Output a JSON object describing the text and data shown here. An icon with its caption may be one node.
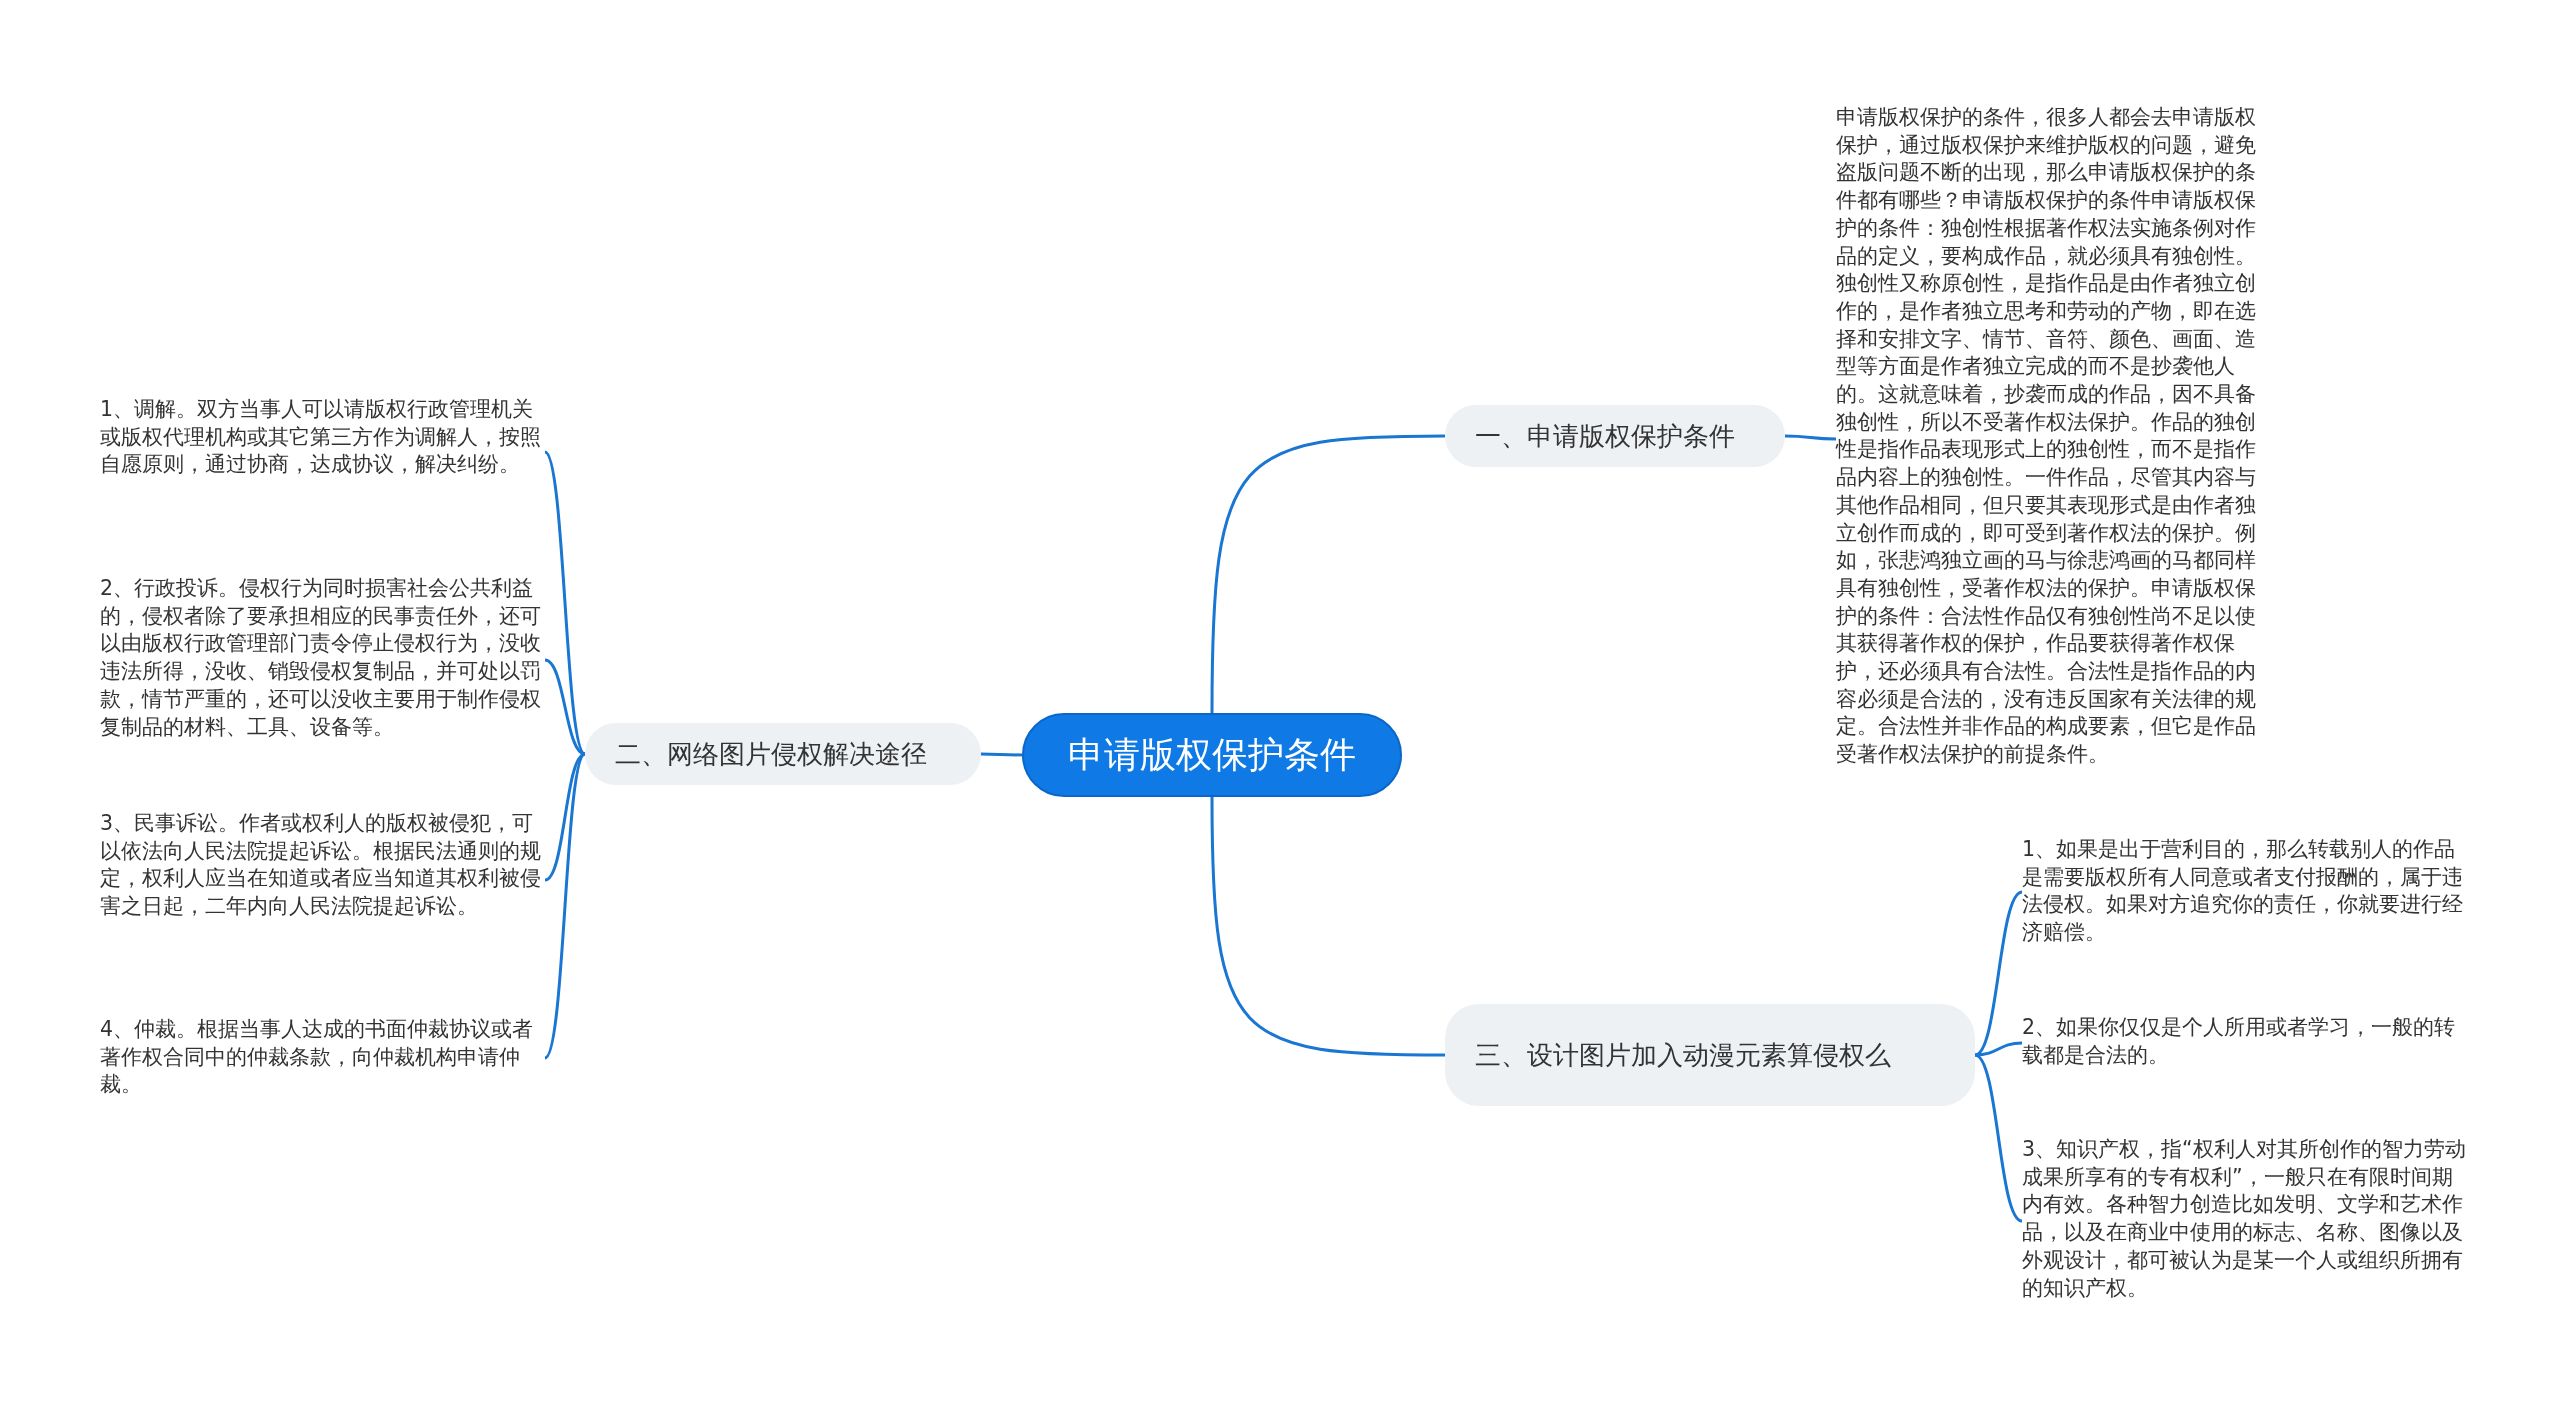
{
  "diagram": {
    "nodes": [
      {
        "text": [
          "申请版权保护条件"
        ]
      },
      {
        "text": [
          "一、申请版权保护条件"
        ]
      },
      {
        "text": [
          "申请版权保护的条件，很多人都会去申请版权保护，通过版权保护来维护版权的问题，避免盗版问题不断的出现，那么申请版权保护的条件都有哪些？申请版权保护的条件申请版权保护的条件：独创性根据著作权法实施条例对作品的定义，要构成作品，就必须具有独创性。独创性又称原创性，是指作品是由作者独立创作的，是作者独立思考和劳动的产物，即在选择和安排文字、情节、音符、颜色、画面、造型等方面是作者独立完成的而不是抄袭他人的。这就意味着，抄袭而成的作品，因不具备独创性，所以不受著作权法保护。作品的独创性是指作品表现形式上的独创性，而不是指作品内容上的独创性。一件作品，尽管其内容与其他作品相同，但只要其表现形式是由作者独立创作而成的，即可受到著作权法的保护。例如，张悲鸿独立画的马与徐悲鸿画的马都同样具有独创性，受著作权法的保护。申请版权保护的条件：合法性作品仅有独创性尚不足以使其获得著作权的保护，作品要获得著作权保护，还必须具有合法性。合法性是指作品的内容必须是合法的，没有违反国家有关法律的规定。合法性并非作品的构成要素，但它是作品受著作权法保护的前提条件。"
        ]
      },
      {
        "text": [
          "二、网络图片侵权解决途径"
        ]
      },
      {
        "text": [
          "1、调解。双方当事人可以请版权行政管理机关或版权代理机构或其它第三方作为调解人，按照自愿原则，通过协商，达成协议，解决纠纷。"
        ]
      },
      {
        "text": [
          "2、行政投诉。侵权行为同时损害社会公共利益的，侵权者除了要承担相应的民事责任外，还可以由版权行政管理部门责令停止侵权行为，没收违法所得，没收、销毁侵权复制品，并可处以罚款，情节严重的，还可以没收主要用于制作侵权复制品的材料、工具、设备等。"
        ]
      },
      {
        "text": [
          "3、民事诉讼。作者或权利人的版权被侵犯，可以依法向人民法院提起诉讼。根据民法通则的规定，权利人应当在知道或者应当知道其权利被侵害之日起，二年内向人民法院提起诉讼。"
        ]
      },
      {
        "text": [
          "4、仲裁。根据当事人达成的书面仲裁协议或者著作权合同中的仲裁条款，向仲裁机构申请仲裁。"
        ]
      },
      {
        "text": [
          "三、设计图片加入动漫元素算侵权么"
        ]
      },
      {
        "text": [
          "1、如果是出于营利目的，那么转载别人的作品是需要版权所有人同意或者支付报酬的，属于违法侵权。如果对方追究你的责任，你就要进行经济赔偿。"
        ]
      },
      {
        "text": [
          "2、如果你仅仅是个人所用或者学习，一般的转载都是合法的。"
        ]
      },
      {
        "text": [
          "3、知识产权，指“权利人对其所创作的智力劳动成果所享有的专有权利”，一般只在有限时间期内有效。各种智力创造比如发明、文学和艺术作品，以及在商业中使用的标志、名称、图像以及外观设计，都可被认为是某一个人或组织所拥有的知识产权。"
        ]
      }
    ],
    "edges": [
      {
        "from": 0,
        "to": 1,
        "arrow": "none"
      },
      {
        "from": 1,
        "to": 2,
        "arrow": "none"
      },
      {
        "from": 0,
        "to": 3,
        "arrow": "none"
      },
      {
        "from": 3,
        "to": 4,
        "arrow": "none"
      },
      {
        "from": 3,
        "to": 5,
        "arrow": "none"
      },
      {
        "from": 3,
        "to": 6,
        "arrow": "none"
      },
      {
        "from": 3,
        "to": 7,
        "arrow": "none"
      },
      {
        "from": 0,
        "to": 8,
        "arrow": "none"
      },
      {
        "from": 8,
        "to": 9,
        "arrow": "none"
      },
      {
        "from": 8,
        "to": 10,
        "arrow": "none"
      },
      {
        "from": 8,
        "to": 11,
        "arrow": "none"
      }
    ]
  }
}
